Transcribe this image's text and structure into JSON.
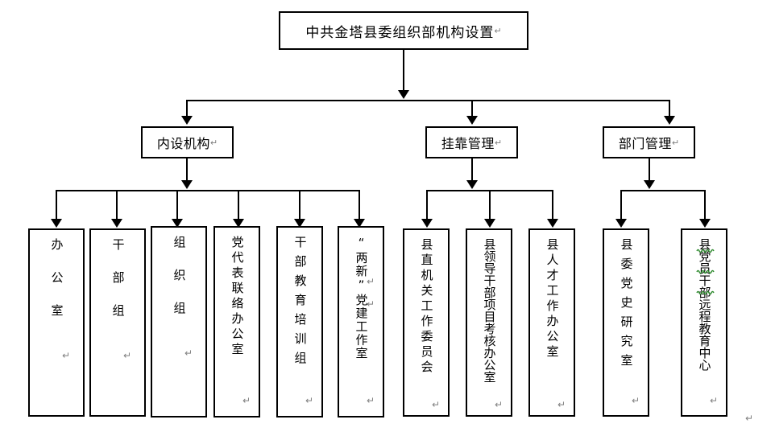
{
  "diagram": {
    "type": "org-chart",
    "title": "中共金塔县委组织部机构设置",
    "return_mark": "↵",
    "stray_return_mark": "↵",
    "root": {
      "id": "root",
      "label": "中共金塔县委组织部机构设置",
      "orientation": "horizontal"
    },
    "level2": [
      {
        "id": "neishe",
        "label": "内设机构",
        "child_count": 6
      },
      {
        "id": "guakao",
        "label": "挂靠管理",
        "child_count": 3
      },
      {
        "id": "bumen",
        "label": "部门管理",
        "child_count": 2
      }
    ],
    "leaves": [
      {
        "id": "bangongshi",
        "parent": "neishe",
        "label": "办公室",
        "spacing": "lg",
        "spellcheck": false
      },
      {
        "id": "ganbuzu",
        "parent": "neishe",
        "label": "干部组",
        "spacing": "lg",
        "spellcheck": false
      },
      {
        "id": "zuzhizu",
        "parent": "neishe",
        "label": "组织组",
        "spacing": "lg",
        "spellcheck": false
      },
      {
        "id": "dangdaibiao",
        "parent": "neishe",
        "label": "党代表联络办公室",
        "spacing": "sm",
        "spellcheck": false
      },
      {
        "id": "ganbujiaoyu",
        "parent": "neishe",
        "label": "干部教育培训组",
        "spacing": "md",
        "spellcheck": false
      },
      {
        "id": "liangxin",
        "parent": "neishe",
        "label": "“两新”党建工作室",
        "spacing": "xs",
        "spellcheck": false
      },
      {
        "id": "xianzhijiguan",
        "parent": "guakao",
        "label": "县直机关工作委员会",
        "spacing": "sm",
        "spellcheck": false
      },
      {
        "id": "lingdaokaohe",
        "parent": "guakao",
        "label": "县领导干部项目考核办公室",
        "spacing": "none",
        "spellcheck": false
      },
      {
        "id": "rencai",
        "parent": "guakao",
        "label": "县人才工作办公室",
        "spacing": "sm",
        "spellcheck": false
      },
      {
        "id": "dangshi",
        "parent": "bumen",
        "label": "县委党史研究室",
        "spacing": "md",
        "spellcheck": false
      },
      {
        "id": "yuancheng",
        "parent": "bumen",
        "label": "县党员干部远程教育中心",
        "spacing": "none",
        "spellcheck": true
      }
    ],
    "colors": {
      "border": "#000000",
      "background": "#ffffff",
      "text": "#000000",
      "mark": "#808080",
      "spellcheck": "#2e8b2e"
    }
  }
}
